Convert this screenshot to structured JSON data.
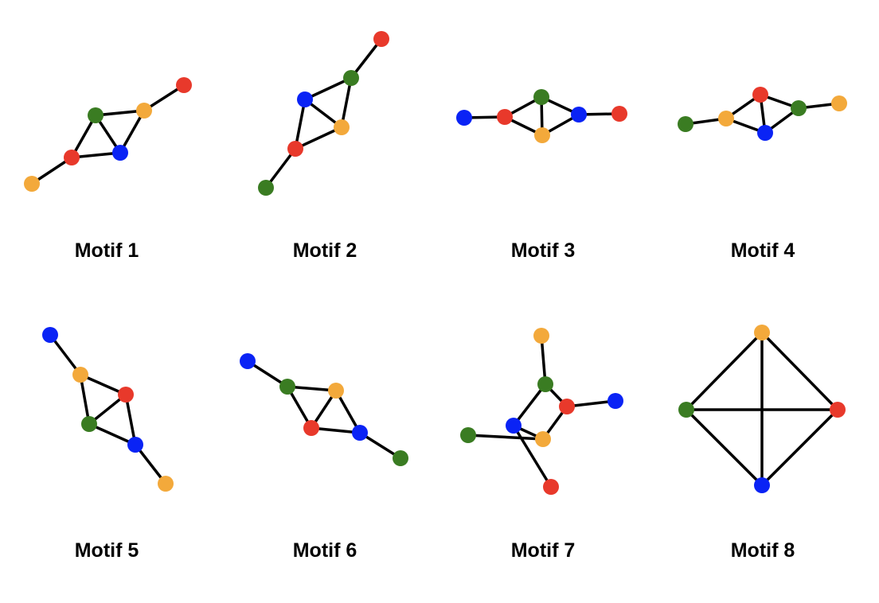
{
  "colors": {
    "red": "#e8392b",
    "green": "#3a7c22",
    "blue": "#0a23f5",
    "orange": "#f3a93b",
    "edge": "#000000"
  },
  "motifs": [
    {
      "label": "Motif 1",
      "nodes": [
        "orange",
        "red",
        "green",
        "blue",
        "orange",
        "red"
      ],
      "edges": [
        [
          0,
          1
        ],
        [
          1,
          2
        ],
        [
          1,
          3
        ],
        [
          2,
          3
        ],
        [
          2,
          4
        ],
        [
          3,
          4
        ],
        [
          4,
          5
        ]
      ]
    },
    {
      "label": "Motif 2",
      "nodes": [
        "green",
        "red",
        "blue",
        "orange",
        "green",
        "red"
      ],
      "edges": [
        [
          0,
          1
        ],
        [
          1,
          2
        ],
        [
          1,
          3
        ],
        [
          2,
          3
        ],
        [
          2,
          4
        ],
        [
          3,
          4
        ],
        [
          4,
          5
        ]
      ]
    },
    {
      "label": "Motif 3",
      "nodes": [
        "blue",
        "red",
        "green",
        "orange",
        "blue",
        "red"
      ],
      "edges": [
        [
          0,
          1
        ],
        [
          1,
          2
        ],
        [
          1,
          3
        ],
        [
          2,
          3
        ],
        [
          2,
          4
        ],
        [
          3,
          4
        ],
        [
          4,
          5
        ]
      ]
    },
    {
      "label": "Motif 4",
      "nodes": [
        "green",
        "orange",
        "red",
        "blue",
        "green",
        "orange"
      ],
      "edges": [
        [
          0,
          1
        ],
        [
          1,
          2
        ],
        [
          1,
          3
        ],
        [
          2,
          3
        ],
        [
          2,
          4
        ],
        [
          3,
          4
        ],
        [
          4,
          5
        ]
      ]
    },
    {
      "label": "Motif 5",
      "nodes": [
        "blue",
        "orange",
        "red",
        "green",
        "blue",
        "orange"
      ],
      "edges": [
        [
          0,
          1
        ],
        [
          1,
          2
        ],
        [
          1,
          3
        ],
        [
          2,
          3
        ],
        [
          2,
          4
        ],
        [
          3,
          4
        ],
        [
          4,
          5
        ]
      ]
    },
    {
      "label": "Motif 6",
      "nodes": [
        "blue",
        "green",
        "orange",
        "red",
        "blue",
        "green"
      ],
      "edges": [
        [
          0,
          1
        ],
        [
          1,
          2
        ],
        [
          1,
          3
        ],
        [
          2,
          3
        ],
        [
          2,
          4
        ],
        [
          3,
          4
        ],
        [
          4,
          5
        ]
      ]
    },
    {
      "label": "Motif 7",
      "nodes": [
        "orange",
        "green",
        "red",
        "blue",
        "orange",
        "green",
        "blue",
        "red"
      ],
      "edges": [
        [
          0,
          1
        ],
        [
          1,
          2
        ],
        [
          1,
          3
        ],
        [
          2,
          4
        ],
        [
          3,
          4
        ],
        [
          4,
          5
        ],
        [
          2,
          6
        ],
        [
          3,
          7
        ]
      ]
    },
    {
      "label": "Motif 8",
      "nodes": [
        "orange",
        "green",
        "red",
        "blue"
      ],
      "edges": [
        [
          0,
          1
        ],
        [
          0,
          2
        ],
        [
          0,
          3
        ],
        [
          1,
          2
        ],
        [
          1,
          3
        ],
        [
          2,
          3
        ]
      ]
    }
  ]
}
